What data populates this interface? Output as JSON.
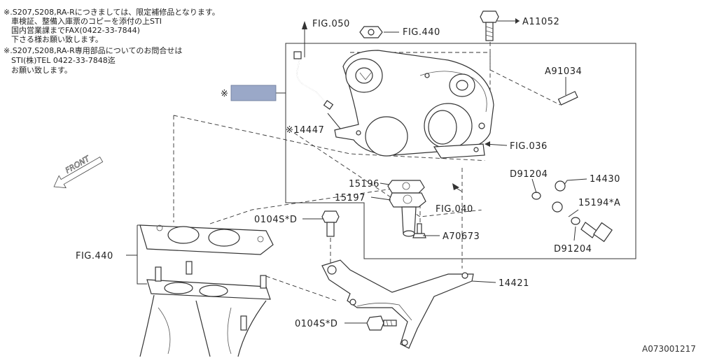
{
  "notes": [
    "※.S207,S208,RA-Rにつきましては、限定補修品となります。",
    "車検証、整備入庫票のコピーを添付の上STI",
    "国内営業課までFAX(0422-33-7844)",
    "下さる様お願い致します。",
    "※.S207,S208,RA-R専用部品についてのお問合せは",
    "STI(株)TEL 0422-33-7848迄",
    "お願い致します。"
  ],
  "callouts": {
    "fig050": "FIG.050",
    "fig440_top": "FIG.440",
    "a11052": "A11052",
    "a91034": "A91034",
    "asterisk": "※",
    "p14447": "※14447",
    "fig036": "FIG.036",
    "d91204_upper": "D91204",
    "p14430": "14430",
    "p15196": "15196",
    "p15197": "15197",
    "fig040": "FIG.040",
    "p15194a": "15194*A",
    "p0104sd_upper": "0104S*D",
    "a70673": "A70673",
    "d91204_lower": "D91204",
    "fig440_left": "FIG.440",
    "p14421": "14421",
    "p0104sd_lower": "0104S*D"
  },
  "front_label": "FRONT",
  "diagram_id": "A073001217",
  "colors": {
    "line": "#333333",
    "highlight": "#9aa8c8"
  }
}
